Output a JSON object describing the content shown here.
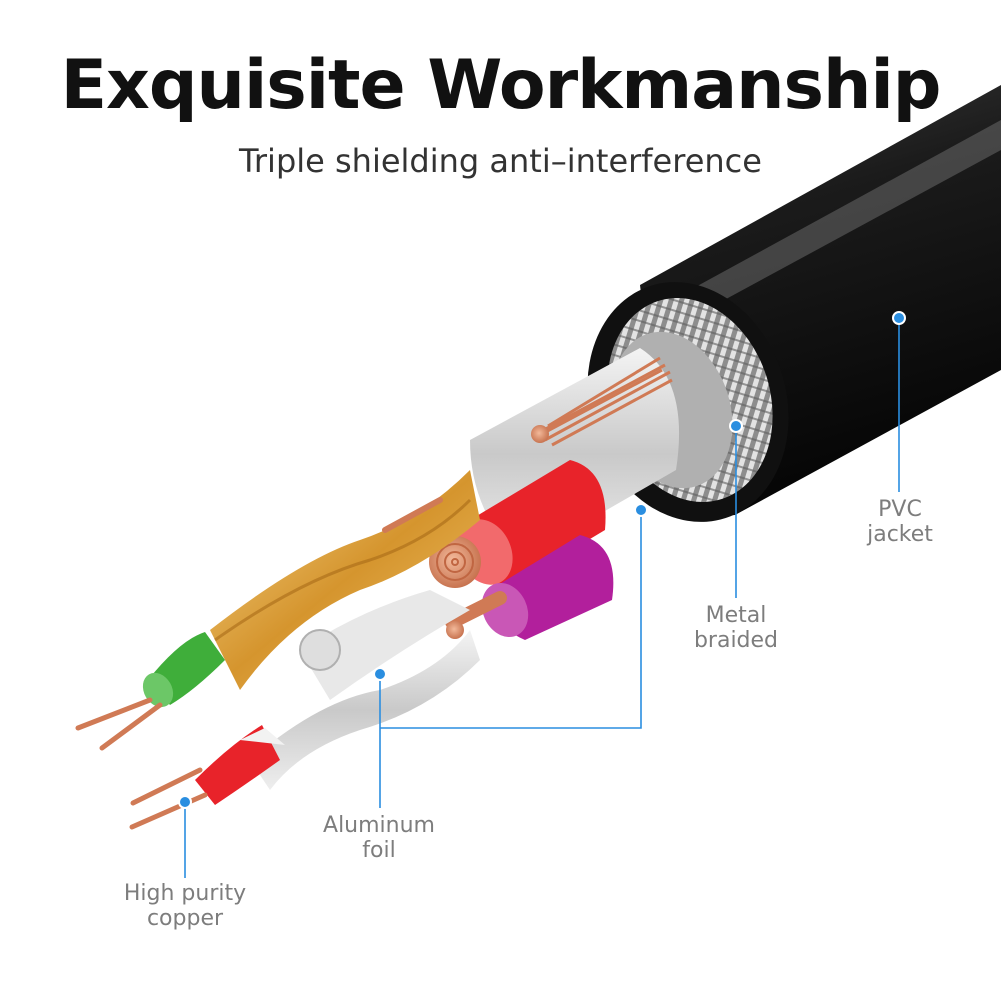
{
  "header": {
    "title": "Exquisite Workmanship",
    "subtitle": "Triple shielding anti–interference"
  },
  "callouts": {
    "pvc": {
      "line1": "PVC",
      "line2": "jacket"
    },
    "braid": {
      "line1": "Metal",
      "line2": "braided"
    },
    "foil": {
      "line1": "Aluminum",
      "line2": "foil"
    },
    "copper": {
      "line1": "High purity",
      "line2": "copper"
    }
  },
  "colors": {
    "callout_line": "#2a8ee0",
    "jacket": "#151515",
    "copper": "#d9835f",
    "red_insulation": "#e8232a",
    "purple_insulation": "#b21f9c",
    "green_insulation": "#3fae3a",
    "foil": "#d9d9d9"
  }
}
